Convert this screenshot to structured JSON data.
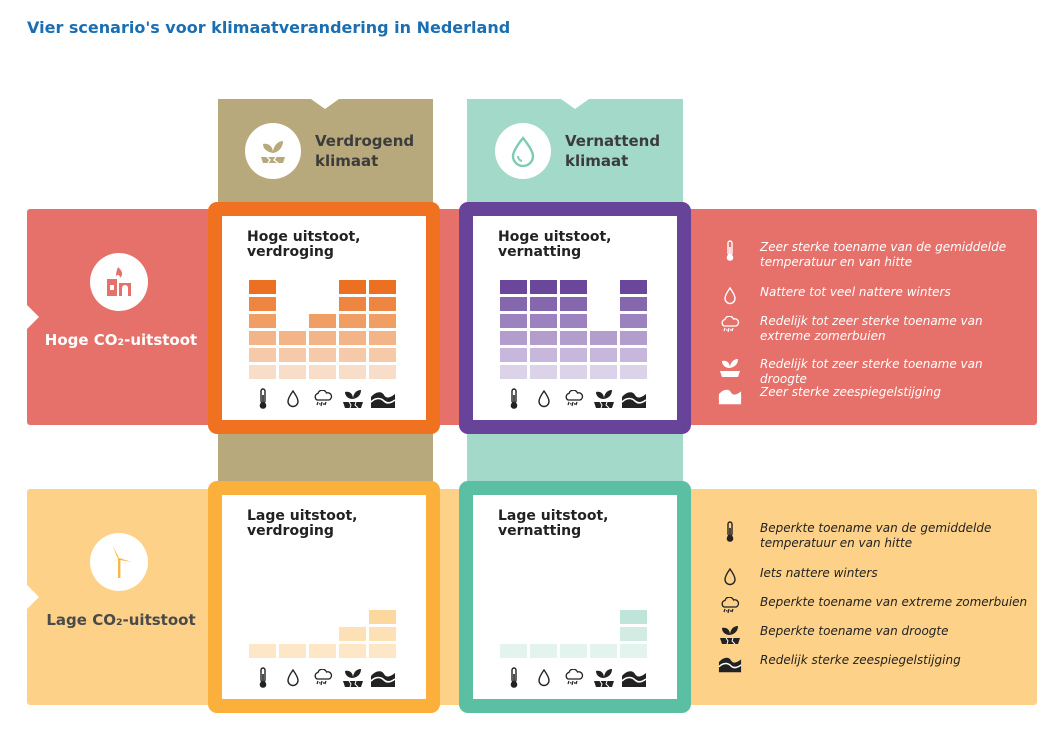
{
  "title": "Vier scenario's voor klimaatverandering in Nederland",
  "columns": [
    {
      "title": "Verdrogend klimaat",
      "icon": "plant-drought-icon",
      "color": "#b8a97c"
    },
    {
      "title": "Vernattend klimaat",
      "icon": "water-drop-icon",
      "color": "#a2d9c9"
    }
  ],
  "rows": [
    {
      "label": "Hoge CO₂-uitstoot",
      "icon": "factory-flame-icon",
      "color": "#e5716a"
    },
    {
      "label": "Lage CO₂-uitstoot",
      "icon": "wind-turbine-icon",
      "color": "#fdd188"
    }
  ],
  "indicator_icons": [
    "thermometer-icon",
    "water-drop-icon",
    "rain-cloud-icon",
    "drought-plant-icon",
    "sea-wave-icon"
  ],
  "scenarios": [
    {
      "id": "hoge-verdroging",
      "title": "Hoge uitstoot, verdroging",
      "border_color": "#f07221",
      "shades": [
        "#f8ddc9",
        "#f6c9a8",
        "#f3b488",
        "#f09e64",
        "#ee8642",
        "#ec7021"
      ],
      "levels": [
        6,
        3,
        4,
        6,
        6
      ]
    },
    {
      "id": "hoge-vernatting",
      "title": "Hoge uitstoot, vernatting",
      "border_color": "#67439a",
      "shades": [
        "#dcd2ea",
        "#c7b7dc",
        "#b29dcd",
        "#9c82be",
        "#8567ae",
        "#6b479c"
      ],
      "levels": [
        6,
        6,
        6,
        3,
        6
      ]
    },
    {
      "id": "lage-verdroging",
      "title": "Lage uitstoot, verdroging",
      "border_color": "#fbb03b",
      "shades": [
        "#fde7c6",
        "#fde0b3",
        "#fdd89e"
      ],
      "levels": [
        1,
        1,
        1,
        2,
        3
      ]
    },
    {
      "id": "lage-vernatting",
      "title": "Lage uitstoot, vernatting",
      "border_color": "#5bbfa3",
      "shades": [
        "#e3f3ee",
        "#d2ece4",
        "#bfe4d9"
      ],
      "levels": [
        1,
        1,
        1,
        1,
        3
      ]
    }
  ],
  "legends": {
    "hoge": [
      {
        "icon": "thermometer-icon",
        "text": "Zeer sterke toename van de gemiddelde temperatuur en van hitte"
      },
      {
        "icon": "water-drop-icon",
        "text": "Nattere tot veel nattere winters"
      },
      {
        "icon": "rain-cloud-icon",
        "text": "Redelijk tot zeer sterke toename van extreme zomerbuien"
      },
      {
        "icon": "drought-plant-icon",
        "text": "Redelijk tot zeer sterke toename van droogte"
      },
      {
        "icon": "sea-wave-icon",
        "text": "Zeer sterke zeespiegelstijging"
      }
    ],
    "lage": [
      {
        "icon": "thermometer-icon",
        "text": "Beperkte toename van de gemiddelde temperatuur en van hitte"
      },
      {
        "icon": "water-drop-icon",
        "text": "Iets nattere winters"
      },
      {
        "icon": "rain-cloud-icon",
        "text": "Beperkte toename van extreme zomerbuien"
      },
      {
        "icon": "drought-plant-icon",
        "text": "Beperkte toename van droogte"
      },
      {
        "icon": "sea-wave-icon",
        "text": "Redelijk sterke zeespiegelstijging"
      }
    ]
  }
}
